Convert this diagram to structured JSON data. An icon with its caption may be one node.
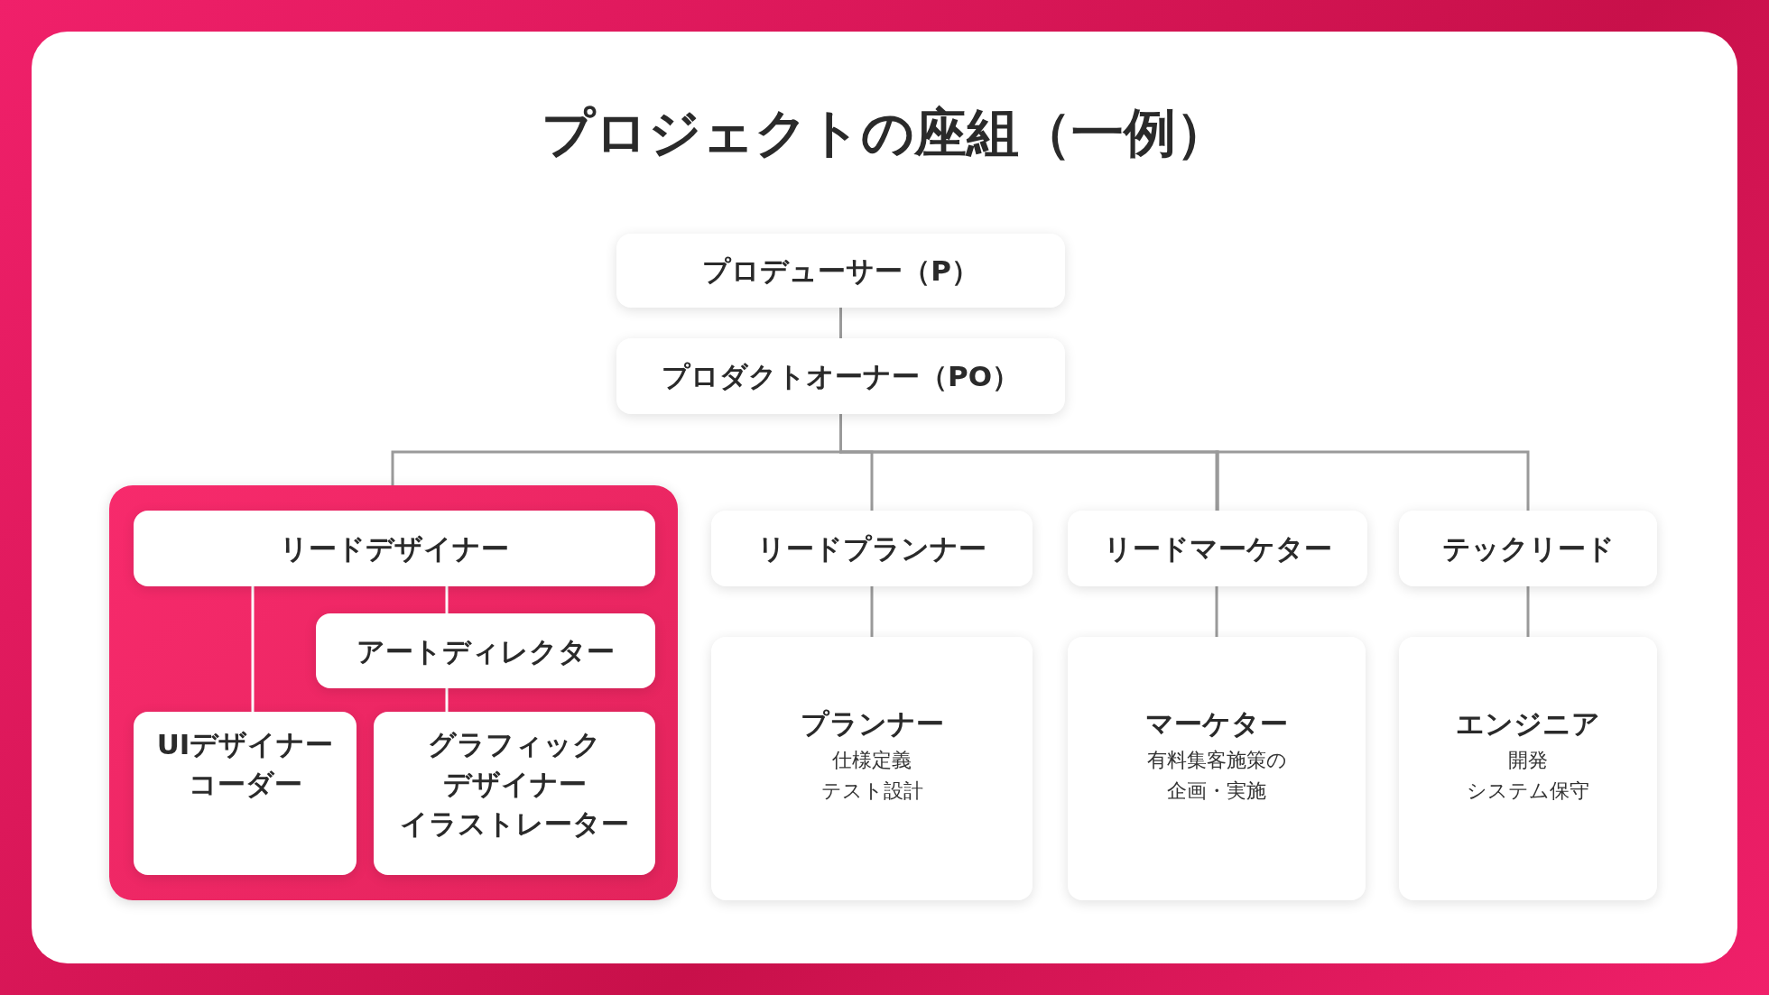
{
  "diagram": {
    "title": "プロジェクトの座組（一例）",
    "nodes": [
      {
        "text": [
          "プロデューサー（P）"
        ]
      },
      {
        "text": [
          "プロダクトオーナー（PO）"
        ]
      },
      {
        "text": [],
        "shape": "box"
      },
      {
        "text": [
          "リードデザイナー"
        ],
        "in": 2
      },
      {
        "text": [
          "アートディレクター"
        ],
        "in": 2
      },
      {
        "text": [
          "UIデザイナー",
          "コーダー"
        ],
        "in": 2
      },
      {
        "text": [
          "グラフィックデザイナー",
          "イラストレーター"
        ],
        "in": 2
      },
      {
        "text": [
          "リードプランナー"
        ]
      },
      {
        "text": [
          "リードマーケター"
        ]
      },
      {
        "text": [
          "テックリード"
        ]
      },
      {
        "text": [
          "プランナー",
          "仕様定義",
          "テスト設計"
        ]
      },
      {
        "text": [
          "マーケター",
          "有料集客施策の企画・実施"
        ]
      },
      {
        "text": [
          "エンジニア",
          "開発",
          "システム保守"
        ]
      }
    ],
    "edges": [
      {
        "from": 0,
        "to": 1,
        "arrow": "none"
      },
      {
        "from": 1,
        "to": 3,
        "arrow": "none"
      },
      {
        "from": 1,
        "to": 7,
        "arrow": "none"
      },
      {
        "from": 1,
        "to": 8,
        "arrow": "none"
      },
      {
        "from": 1,
        "to": 9,
        "arrow": "none"
      },
      {
        "from": 3,
        "to": 5,
        "arrow": "none",
        "color": "#ffffff"
      },
      {
        "from": 3,
        "to": 4,
        "arrow": "none",
        "color": "#ffffff"
      },
      {
        "from": 4,
        "to": 6,
        "arrow": "none",
        "color": "#ffffff"
      },
      {
        "from": 7,
        "to": 10,
        "arrow": "none"
      },
      {
        "from": 8,
        "to": 11,
        "arrow": "none"
      },
      {
        "from": 9,
        "to": 12,
        "arrow": "none"
      }
    ]
  }
}
